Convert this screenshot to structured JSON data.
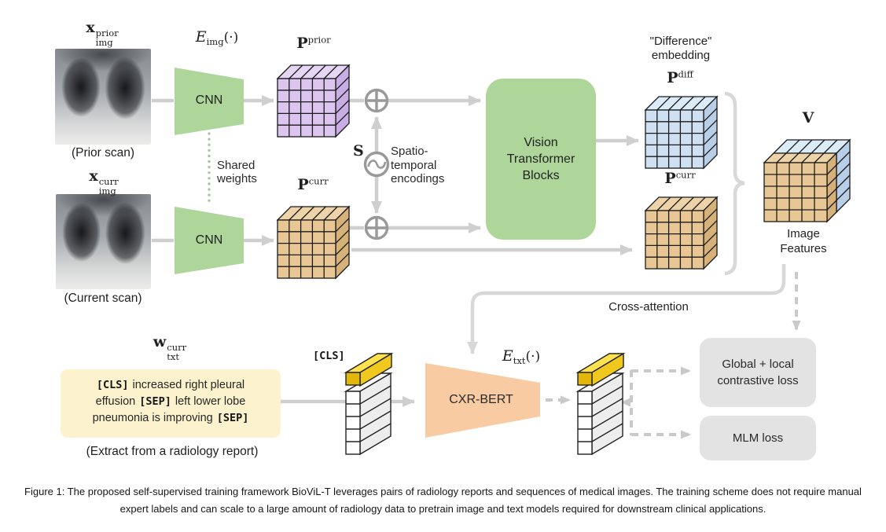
{
  "figure": {
    "labels": {
      "prior_scan": "(Prior scan)",
      "current_scan": "(Current scan)",
      "cnn": "CNN",
      "shared_weights": [
        "Shared",
        "weights"
      ],
      "spatio": [
        "Spatio-",
        "temporal",
        "encodings"
      ],
      "vit": [
        "Vision",
        "Transformer",
        "Blocks"
      ],
      "difference": [
        "\"Difference\"",
        "embedding"
      ],
      "image_features": [
        "Image",
        "Features"
      ],
      "cross_attention": "Cross-attention",
      "cxr_bert": "CXR-BERT",
      "cls_token": "[CLS]",
      "extract": "(Extract from a radiology report)",
      "global_loss": [
        "Global + local",
        "contrastive loss"
      ],
      "mlm_loss": "MLM loss"
    },
    "math": {
      "x_prior": {
        "base": "x",
        "sub": "img",
        "sup": "prior"
      },
      "x_curr": {
        "base": "x",
        "sub": "img",
        "sup": "curr"
      },
      "e_img": {
        "base": "E",
        "sub": "img",
        "args": "(·)"
      },
      "e_txt": {
        "base": "E",
        "sub": "txt",
        "args": "(·)"
      },
      "p_prior": {
        "base": "P",
        "sup": "prior"
      },
      "p_curr": {
        "base": "P",
        "sup": "curr"
      },
      "p_diff": {
        "base": "P",
        "sup": "diff"
      },
      "s": "S",
      "v": "V",
      "w_curr": {
        "base": "w",
        "sub": "txt",
        "sup": "curr"
      }
    },
    "report_box": {
      "line1": {
        "tag": "[CLS]",
        "text": "increased right pleural"
      },
      "line2": {
        "a": "effusion",
        "tag": "[SEP]",
        "b": "left lower lobe"
      },
      "line3": {
        "a": "pneumonia is improving",
        "tag": "[SEP]"
      }
    },
    "colors": {
      "cnn_green": "#aed69b",
      "bert_orange": "#f8cba3",
      "report_yellow": "#fcf2cd",
      "loss_gray": "#e3e3e3",
      "token_yellow": "#ffe24d",
      "cube_purple": "#dcc6f0",
      "cube_tan": "#e9c795",
      "cube_blue": "#cfe0f2",
      "arrow_gray": "#cfcfcf"
    }
  },
  "caption": {
    "line1": "Figure 1: The proposed self-supervised training framework BioViL-T leverages pairs of radiology reports and sequences of medical images. The training scheme does not require manual",
    "line2": "expert labels and can scale to a large amount of radiology data to pretrain image and text models required for downstream clinical applications."
  }
}
